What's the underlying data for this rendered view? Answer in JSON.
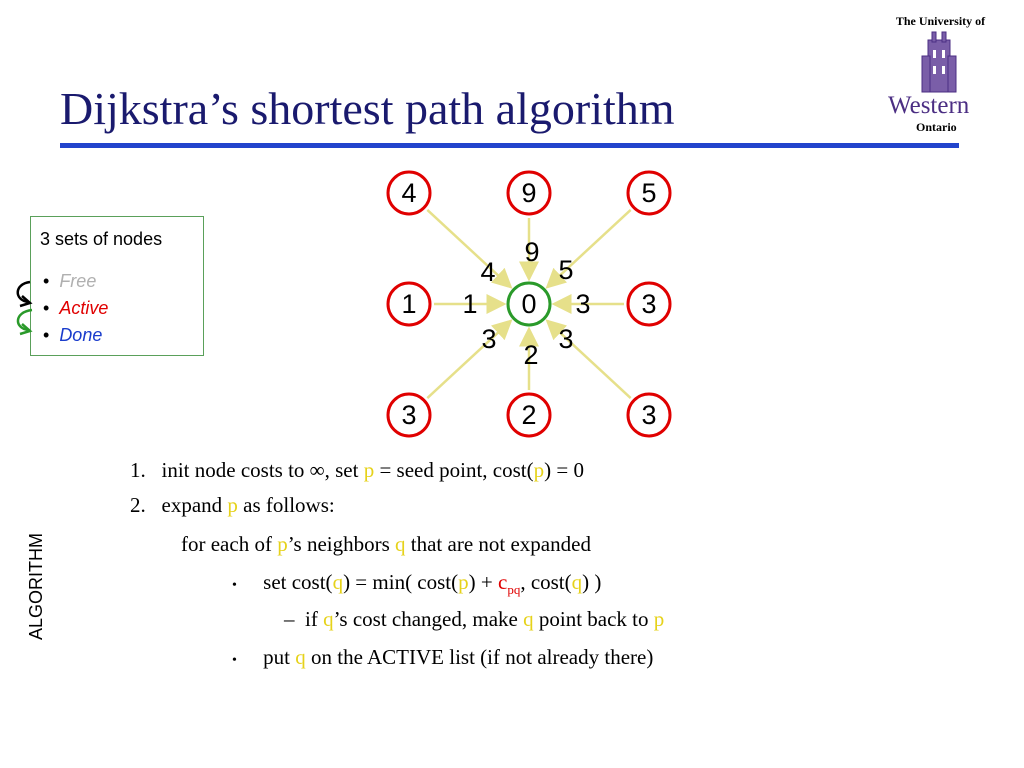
{
  "slide": {
    "title": "Dijkstra’s shortest path algorithm",
    "side_label": "ALGORITHM"
  },
  "logo": {
    "top_text": "The University of",
    "name": "Western",
    "region": "Ontario"
  },
  "sets_box": {
    "heading": "3 sets of nodes",
    "items": [
      {
        "label": "Free",
        "color": "#b0b0b0"
      },
      {
        "label": "Active",
        "color": "#e00000"
      },
      {
        "label": "Done",
        "color": "#1a3ccc"
      }
    ]
  },
  "graph": {
    "center_value": "0",
    "nodes": [
      {
        "id": "top-left",
        "value": "4",
        "edge_cost": "4"
      },
      {
        "id": "top",
        "value": "9",
        "edge_cost": "9"
      },
      {
        "id": "top-right",
        "value": "5",
        "edge_cost": "5"
      },
      {
        "id": "left",
        "value": "1",
        "edge_cost": "1"
      },
      {
        "id": "right",
        "value": "3",
        "edge_cost": "3"
      },
      {
        "id": "bottom-left",
        "value": "3",
        "edge_cost": "3"
      },
      {
        "id": "bottom",
        "value": "2",
        "edge_cost": "2"
      },
      {
        "id": "bottom-right",
        "value": "3",
        "edge_cost": "3"
      }
    ],
    "colors": {
      "active": "#e00000",
      "done": "#2a9a2a",
      "edge": "#e6e08a"
    }
  },
  "steps": {
    "s1": {
      "num": "1.",
      "a": "init node costs to ∞, set ",
      "p1": "p",
      "b": " = seed point, cost(",
      "p2": "p",
      "c": ") = 0"
    },
    "s2": {
      "num": "2.",
      "a": "expand ",
      "p": "p",
      "b": " as follows:"
    },
    "s3": {
      "a": "for each of ",
      "p": "p",
      "b": "’s neighbors ",
      "q": "q",
      "c": " that are not expanded"
    },
    "s4": {
      "bullet": "•",
      "a": "set cost(",
      "q1": "q",
      "b": ") = min( cost(",
      "p": "p",
      "c": ") + ",
      "cost_c": "c",
      "cost_sub": "pq",
      "d": ",  cost(",
      "q2": "q",
      "e": ") )"
    },
    "s5": {
      "dash": "–",
      "a": "if ",
      "q1": "q",
      "b": "’s cost changed, make ",
      "q2": "q",
      "c": " point back to ",
      "p": "p"
    },
    "s6": {
      "bullet": "•",
      "a": "put ",
      "q": "q",
      "b": " on the ACTIVE list   (if not already there)"
    }
  }
}
